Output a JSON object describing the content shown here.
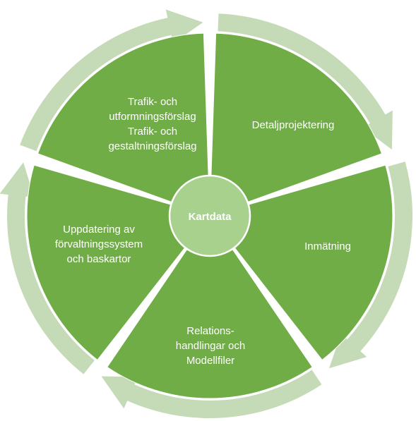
{
  "center": {
    "label": "Kartdata"
  },
  "segments": [
    {
      "lines": [
        "Detaljprojektering"
      ]
    },
    {
      "lines": [
        "Inmätning"
      ]
    },
    {
      "lines": [
        "Relations-",
        "handlingar och",
        "Modellfiler"
      ]
    },
    {
      "lines": [
        "Uppdatering av",
        "förvaltningssystem",
        "och baskartor"
      ]
    },
    {
      "lines": [
        "Trafik- och",
        "utformningsförslag",
        "Trafik- och",
        "gestaltningsförslag"
      ]
    }
  ],
  "colors": {
    "segment_fill": "#70ad47",
    "arrow_fill": "#c5dab7",
    "hub_fill": "#a9d18e",
    "text": "#ffffff"
  }
}
